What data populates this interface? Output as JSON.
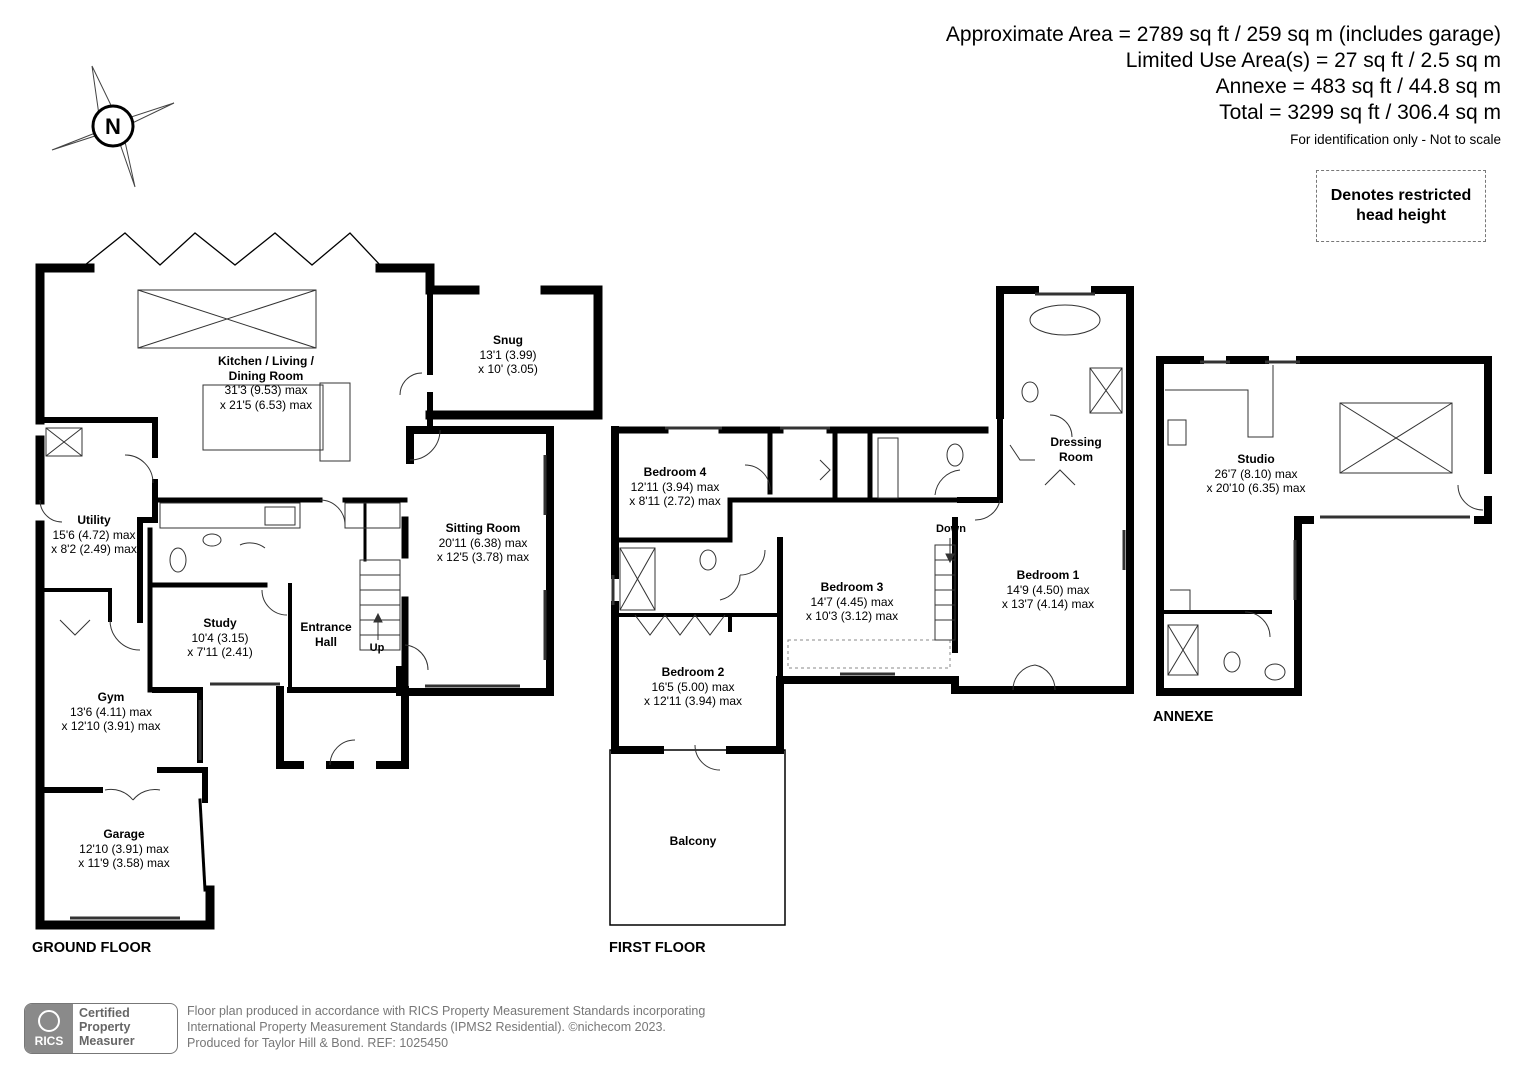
{
  "areas": {
    "line1": "Approximate Area = 2789 sq ft / 259 sq m (includes garage)",
    "line2": "Limited Use Area(s) = 27 sq ft / 2.5 sq m",
    "line3": "Annexe = 483 sq ft / 44.8 sq m",
    "line4": "Total = 3299 sq ft / 306.4 sq m",
    "note": "For identification only - Not to scale"
  },
  "legend": {
    "line1": "Denotes restricted",
    "line2": "head height"
  },
  "compass": {
    "letter": "N"
  },
  "floors": {
    "ground": "GROUND FLOOR",
    "first": "FIRST FLOOR",
    "annexe": "ANNEXE"
  },
  "rooms": {
    "kitchen": {
      "name1": "Kitchen / Living /",
      "name2": "Dining Room",
      "dim1": "31'3 (9.53) max",
      "dim2": "x 21'5 (6.53) max"
    },
    "snug": {
      "name": "Snug",
      "dim1": "13'1 (3.99)",
      "dim2": "x 10' (3.05)"
    },
    "sitting": {
      "name": "Sitting Room",
      "dim1": "20'11 (6.38) max",
      "dim2": "x 12'5 (3.78) max"
    },
    "utility": {
      "name": "Utility",
      "dim1": "15'6 (4.72) max",
      "dim2": "x 8'2 (2.49) max"
    },
    "study": {
      "name": "Study",
      "dim1": "10'4 (3.15)",
      "dim2": "x 7'11 (2.41)"
    },
    "hall": {
      "name1": "Entrance",
      "name2": "Hall"
    },
    "gym": {
      "name": "Gym",
      "dim1": "13'6 (4.11) max",
      "dim2": "x 12'10 (3.91) max"
    },
    "garage": {
      "name": "Garage",
      "dim1": "12'10 (3.91) max",
      "dim2": "x 11'9 (3.58) max"
    },
    "bed4": {
      "name": "Bedroom 4",
      "dim1": "12'11 (3.94) max",
      "dim2": "x 8'11 (2.72) max"
    },
    "bed3": {
      "name": "Bedroom 3",
      "dim1": "14'7 (4.45) max",
      "dim2": "x 10'3 (3.12) max"
    },
    "bed2": {
      "name": "Bedroom 2",
      "dim1": "16'5 (5.00) max",
      "dim2": "x 12'11 (3.94) max"
    },
    "bed1": {
      "name": "Bedroom 1",
      "dim1": "14'9 (4.50) max",
      "dim2": "x 13'7 (4.14) max"
    },
    "dressing": {
      "name1": "Dressing",
      "name2": "Room"
    },
    "balcony": {
      "name": "Balcony"
    },
    "studio": {
      "name": "Studio",
      "dim1": "26'7 (8.10) max",
      "dim2": "x 20'10 (6.35) max"
    }
  },
  "stairs": {
    "up": "Up",
    "down": "Down"
  },
  "rics": {
    "mark": "RICS",
    "line1": "Certified",
    "line2": "Property",
    "line3": "Measurer"
  },
  "footer": {
    "line1": "Floor plan produced in accordance with RICS Property Measurement Standards incorporating",
    "line2": "International Property Measurement Standards (IPMS2 Residential).   ©nichecom 2023.",
    "line3": "Produced for Taylor Hill & Bond.   REF: 1025450"
  },
  "colors": {
    "wall": "#000000",
    "fixture": "#333333",
    "restricted": "#888888",
    "footer_text": "#777777"
  }
}
